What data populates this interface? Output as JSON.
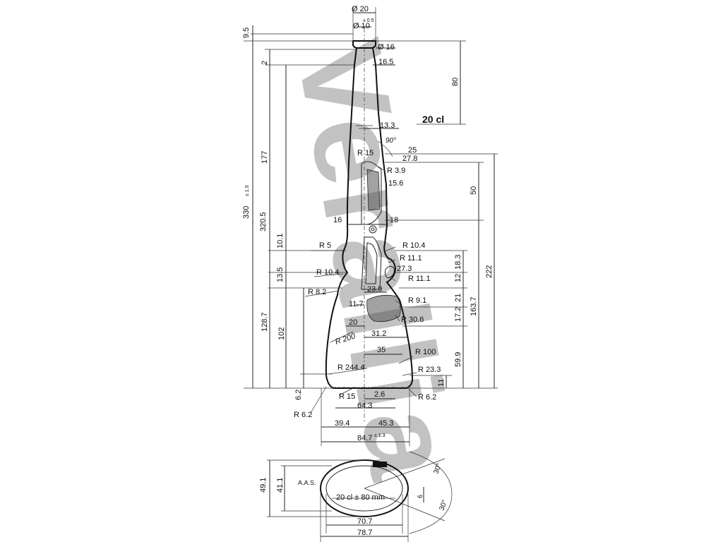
{
  "watermark": "Verallia",
  "capacity_label": "20 cl",
  "base_marking": "20 cl ± 80 mm",
  "mold_code": "A.A.S.",
  "colors": {
    "ink": "#111111",
    "watermark": "#b8b8b8",
    "paper": "#ffffff"
  },
  "dims": {
    "phi20": "Ø 20",
    "phi10": "Ø 10",
    "tol05": "± 0.5",
    "d9_5": "9.5",
    "phi16": "Ø 16",
    "d16_5": "16.5",
    "d2": "2",
    "d80": "80",
    "d13_3": "13.3",
    "ang90": "90°",
    "r15top": "R 15",
    "d25": "25",
    "d27_8": "27.8",
    "r3_9": "R 3.9",
    "d177": "177",
    "d330": "330",
    "tol19": "± 1.9",
    "d320_5": "320.5",
    "d15_6": "15.6",
    "d50": "50",
    "d16l": "16",
    "d18r": "18",
    "d10_1": "10.1",
    "r5": "R 5",
    "r10_4a": "R 10.4",
    "r11_1a": "R 11.1",
    "d27_3": "27.3",
    "d18_3": "18.3",
    "d13_5": "13.5",
    "r10_4b": "R 10.4",
    "d12": "12",
    "r11_1b": "R 11.1",
    "d222": "222",
    "r8_2": "R 8.2",
    "d23_9": "23.9",
    "d21": "21",
    "r9_1": "R 9.1",
    "d11_7": "11.7",
    "d163_7": "163.7",
    "d17_2": "17.2",
    "r30_6": "R 30.6",
    "d20": "20",
    "d128_7": "128.7",
    "d31_2": "31.2",
    "d102": "102",
    "r200": "R 200",
    "d35": "35",
    "r100": "R 100",
    "d59_9": "59.9",
    "r244_4": "R 244.4",
    "r23_3": "R 23.3",
    "d11": "11",
    "d6_2": "6.2",
    "r15b": "R 15",
    "d2_6": "2.6",
    "r6_2r": "R 6.2",
    "d64_3": "64.3",
    "r6_2l": "R 6.2",
    "d39_4": "39.4",
    "d45_3": "45.3",
    "d84_7": "84.7",
    "tol13": "± 1.3",
    "d49_1": "49.1",
    "d41_1": "41.1",
    "ang30a": "30°",
    "d6": "6",
    "ang30b": "30°",
    "d70_7": "70.7",
    "d78_7": "78.7"
  }
}
